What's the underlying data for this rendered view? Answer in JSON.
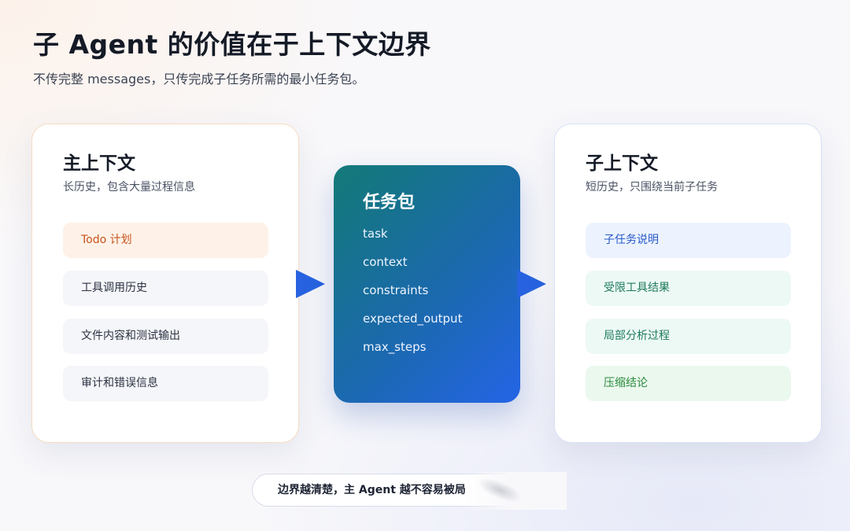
{
  "header": {
    "title": "子 Agent 的价值在于上下文边界",
    "subtitle": "不传完整 messages，只传完成子任务所需的最小任务包。"
  },
  "main_context": {
    "title": "主上下文",
    "description": "长历史，包含大量过程信息",
    "items": [
      {
        "label": "Todo 计划",
        "bg": "#fef2e8",
        "color": "#c8521c"
      },
      {
        "label": "工具调用历史",
        "bg": "#f5f6f9",
        "color": "#2b3242"
      },
      {
        "label": "文件内容和测试输出",
        "bg": "#f5f6f9",
        "color": "#2b3242"
      },
      {
        "label": "审计和错误信息",
        "bg": "#f5f6f9",
        "color": "#2b3242"
      }
    ]
  },
  "task_package": {
    "title": "任务包",
    "fields": [
      "task",
      "context",
      "constraints",
      "expected_output",
      "max_steps"
    ]
  },
  "sub_context": {
    "title": "子上下文",
    "description": "短历史，只围绕当前子任务",
    "items": [
      {
        "label": "子任务说明",
        "bg": "#ecf3ff",
        "color": "#2859c9"
      },
      {
        "label": "受限工具结果",
        "bg": "#edf9f5",
        "color": "#1e7a5e"
      },
      {
        "label": "局部分析过程",
        "bg": "#edf9f5",
        "color": "#1e7a5e"
      },
      {
        "label": "压缩结论",
        "bg": "#ebf8ee",
        "color": "#2a8a3c"
      }
    ]
  },
  "footer": {
    "note": "边界越清楚，主 Agent 越不容易被局"
  },
  "colors": {
    "arrow": "#2763e0",
    "center_gradient_start": "#137a77",
    "center_gradient_end": "#2464e6"
  }
}
